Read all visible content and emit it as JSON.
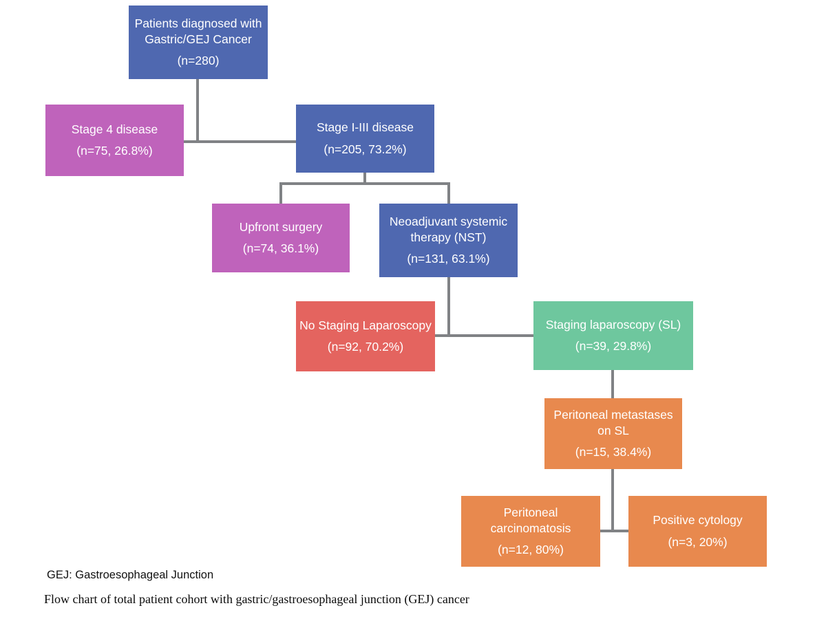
{
  "figure": {
    "type": "flowchart",
    "title": "Flow chart of total patient cohort with gastric/gastroesophageal junction (GEJ) cancer",
    "abbreviation_note": "GEJ: Gastroesophageal Junction",
    "colors": {
      "blue": "#4f68b0",
      "purple": "#bf63bb",
      "red": "#e4645f",
      "green": "#6ec79e",
      "orange": "#e8894e",
      "connector": "#808285",
      "background": "#ffffff",
      "node_text": "#ffffff",
      "caption_text": "#000000"
    }
  },
  "nodes": {
    "cohort": {
      "id": "patients-diagnosed",
      "line1": "Patients diagnosed with",
      "line2": "Gastric/GEJ Cancer",
      "count": "(n=280)",
      "color": "#4f68b0",
      "n": 280,
      "percent": null
    },
    "stage4": {
      "id": "stage-4-disease",
      "line1": "Stage 4 disease",
      "line2": "",
      "count": "(n=75, 26.8%)",
      "color": "#bf63bb",
      "n": 75,
      "percent": 26.8
    },
    "stage123": {
      "id": "stage-1-3-disease",
      "line1": "Stage I-III disease",
      "line2": "",
      "count": "(n=205, 73.2%)",
      "color": "#4f68b0",
      "n": 205,
      "percent": 73.2
    },
    "upfront_surgery": {
      "id": "upfront-surgery",
      "line1": "Upfront surgery",
      "line2": "",
      "count": "(n=74, 36.1%)",
      "color": "#bf63bb",
      "n": 74,
      "percent": 36.1
    },
    "nst": {
      "id": "neoadjuvant-systemic-therapy",
      "line1": "Neoadjuvant systemic",
      "line2": "therapy (NST)",
      "count": "(n=131, 63.1%)",
      "color": "#4f68b0",
      "n": 131,
      "percent": 63.1
    },
    "no_staging_lap": {
      "id": "no-staging-laparoscopy",
      "line1": "No Staging Laparoscopy",
      "line2": "",
      "count": "(n=92, 70.2%)",
      "color": "#e4645f",
      "n": 92,
      "percent": 70.2
    },
    "staging_lap": {
      "id": "staging-laparoscopy",
      "line1": "Staging laparoscopy (SL)",
      "line2": "",
      "count": "(n=39, 29.8%)",
      "color": "#6ec79e",
      "n": 39,
      "percent": 29.8
    },
    "peritoneal_mets": {
      "id": "peritoneal-metastases-on-sl",
      "line1": "Peritoneal metastases",
      "line2": "on SL",
      "count": "(n=15, 38.4%)",
      "color": "#e8894e",
      "n": 15,
      "percent": 38.4
    },
    "peritoneal_carcinomatosis": {
      "id": "peritoneal-carcinomatosis",
      "line1": "Peritoneal",
      "line2": "carcinomatosis",
      "count": "(n=12, 80%)",
      "color": "#e8894e",
      "n": 12,
      "percent": 80
    },
    "positive_cytology": {
      "id": "positive-cytology",
      "line1": "Positive cytology",
      "line2": "",
      "count": "(n=3, 20%)",
      "color": "#e8894e",
      "n": 3,
      "percent": 20
    }
  }
}
